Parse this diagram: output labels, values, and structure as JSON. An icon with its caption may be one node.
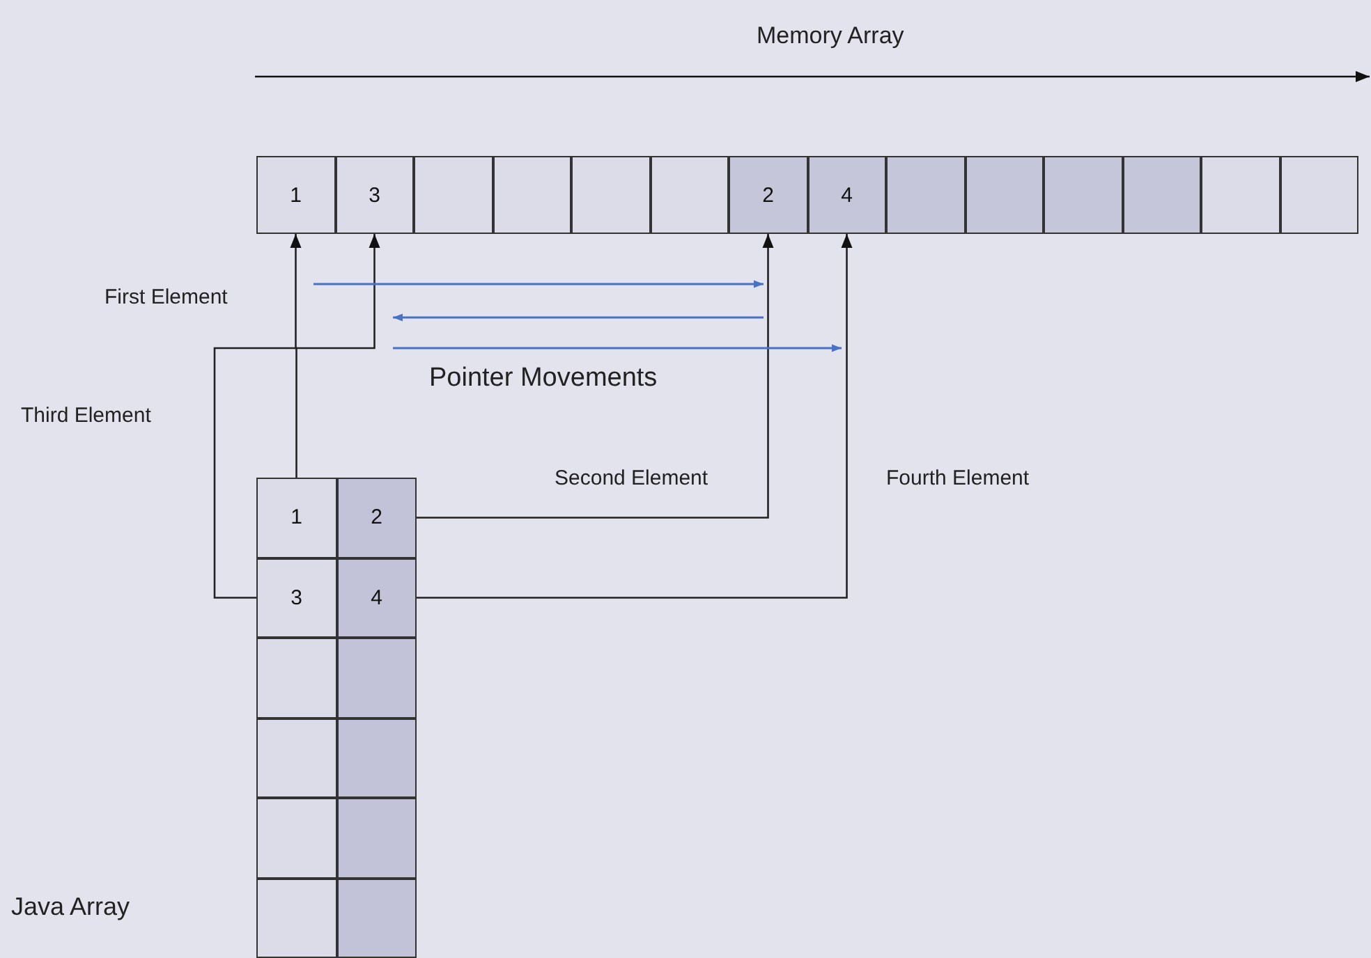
{
  "diagram": {
    "nodes": [
      {
        "text": [
          "1"
        ]
      },
      {
        "text": [
          "3"
        ]
      },
      {
        "text": [],
        "shape": "box"
      },
      {
        "text": [],
        "shape": "box"
      },
      {
        "text": [],
        "shape": "box"
      },
      {
        "text": [],
        "shape": "box"
      },
      {
        "text": [
          "2"
        ]
      },
      {
        "text": [
          "4"
        ]
      },
      {
        "text": [],
        "shape": "box"
      },
      {
        "text": [],
        "shape": "box"
      },
      {
        "text": [],
        "shape": "box"
      },
      {
        "text": [],
        "shape": "box"
      },
      {
        "text": [],
        "shape": "box"
      },
      {
        "text": [],
        "shape": "box"
      },
      {
        "text": [
          "1"
        ]
      },
      {
        "text": [
          "2"
        ]
      },
      {
        "text": [
          "3"
        ]
      },
      {
        "text": [
          "4"
        ]
      },
      {
        "text": [],
        "shape": "box"
      },
      {
        "text": [],
        "shape": "box"
      },
      {
        "text": [],
        "shape": "box"
      },
      {
        "text": [],
        "shape": "box"
      },
      {
        "text": [],
        "shape": "box"
      },
      {
        "text": [],
        "shape": "box"
      },
      {
        "text": [],
        "shape": "box"
      },
      {
        "text": [],
        "shape": "box"
      }
    ],
    "edges": [
      {
        "from": 14,
        "to": 0,
        "arrow": "to",
        "label": "First Element"
      },
      {
        "from": 16,
        "to": 1,
        "arrow": "to",
        "label": "Third Element"
      },
      {
        "from": 15,
        "to": 6,
        "arrow": "to",
        "label": "Second Element"
      },
      {
        "from": 17,
        "to": 7,
        "arrow": "to",
        "label": "Fourth Element"
      }
    ],
    "labels": [
      "Memory Array",
      "Pointer Movements",
      "Java Array"
    ]
  }
}
